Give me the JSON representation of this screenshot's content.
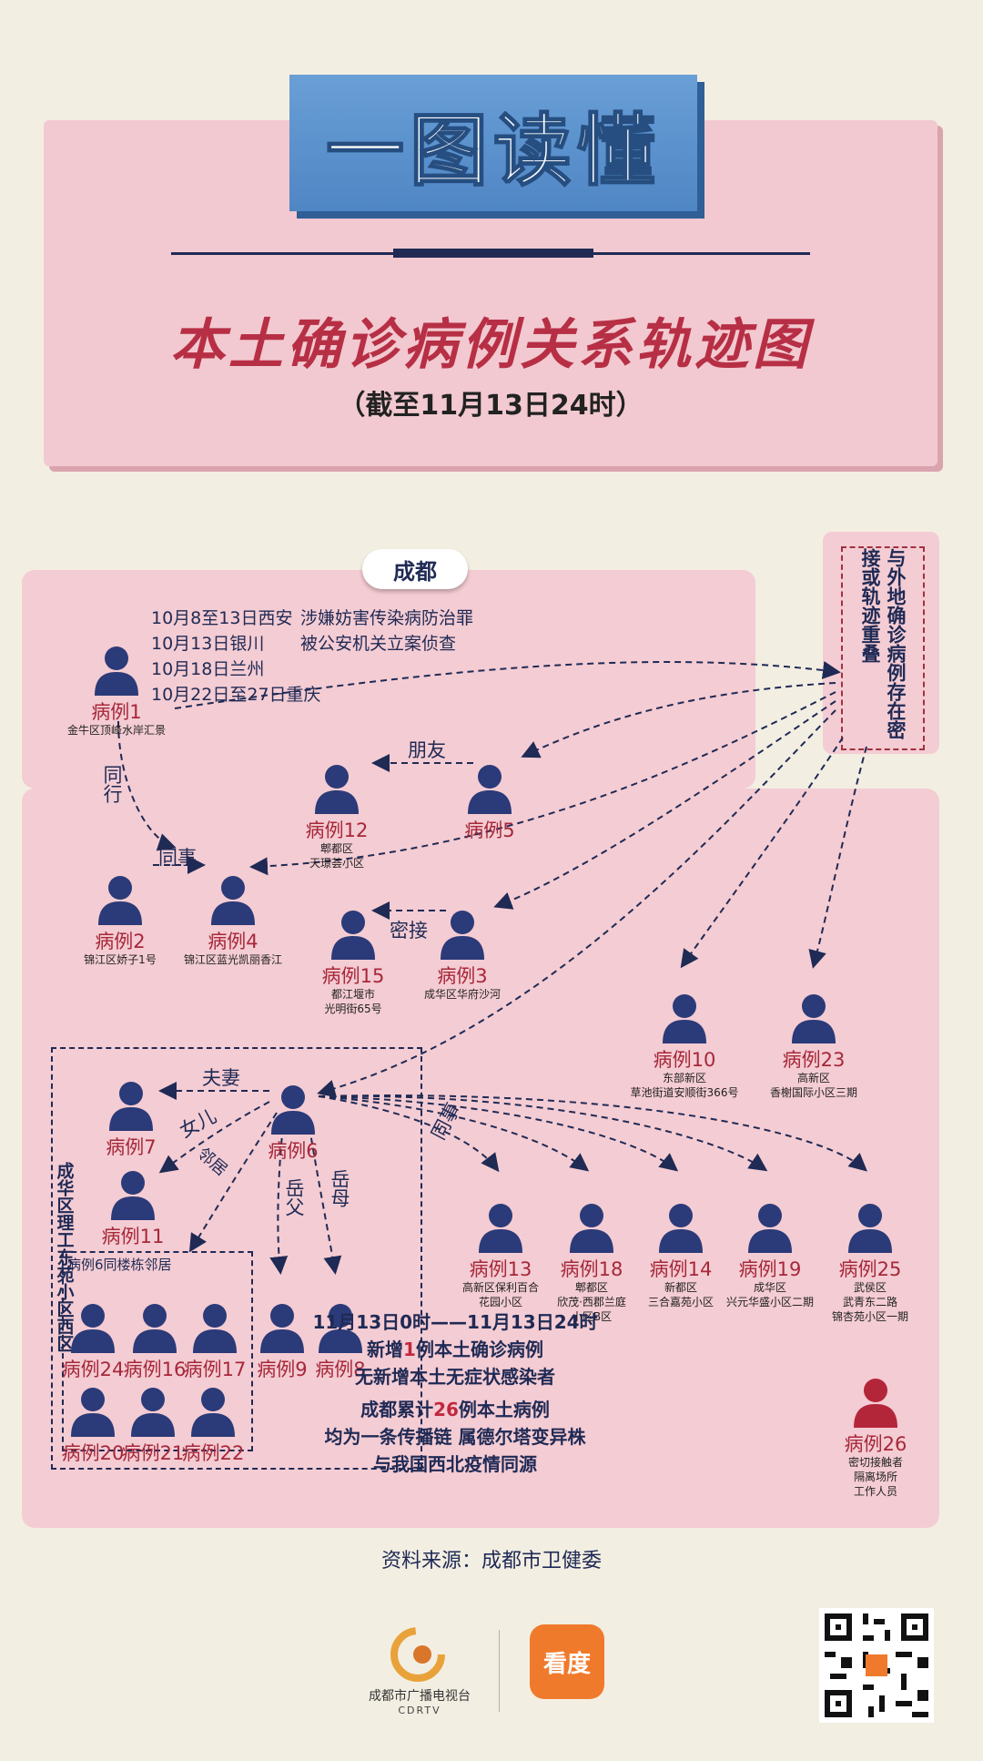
{
  "header": {
    "title": "一图读懂",
    "subtitle": "本土确诊病例关系轨迹图",
    "cutoff": "（截至11月13日24时）"
  },
  "city_tag": "成都",
  "external_box_label": "与外地确诊病例存在密接或轨迹重叠",
  "case1_itinerary": {
    "lines": [
      "10月8至13日西安",
      "10月13日银川",
      "10月18日兰州",
      "10月22日至27日重庆"
    ],
    "note_lines": [
      "涉嫌妨害传染病防治罪",
      "被公安机关立案侦查"
    ]
  },
  "cases": {
    "c1": {
      "label": "病例1",
      "address": "金牛区顶峰水岸汇景"
    },
    "c2": {
      "label": "病例2",
      "address": "锦江区娇子1号"
    },
    "c3": {
      "label": "病例3",
      "address": "成华区华府沙河"
    },
    "c4": {
      "label": "病例4",
      "address": "锦江区蓝光凯丽香江"
    },
    "c5": {
      "label": "病例5",
      "address": ""
    },
    "c6": {
      "label": "病例6",
      "address": ""
    },
    "c7": {
      "label": "病例7",
      "address": ""
    },
    "c8": {
      "label": "病例8",
      "address": ""
    },
    "c9": {
      "label": "病例9",
      "address": ""
    },
    "c10": {
      "label": "病例10",
      "address": "东部新区\n草池街道安顺街366号"
    },
    "c11": {
      "label": "病例11",
      "address": ""
    },
    "c12": {
      "label": "病例12",
      "address": "郫都区\n天璟荟小区"
    },
    "c13": {
      "label": "病例13",
      "address": "高新区保利百合\n花园小区"
    },
    "c14": {
      "label": "病例14",
      "address": "新都区\n三合嘉苑小区"
    },
    "c15": {
      "label": "病例15",
      "address": "都江堰市\n光明街65号"
    },
    "c16": {
      "label": "病例16",
      "address": ""
    },
    "c17": {
      "label": "病例17",
      "address": ""
    },
    "c18": {
      "label": "病例18",
      "address": "郫都区\n欣茂·西郡兰庭\n小区B区"
    },
    "c19": {
      "label": "病例19",
      "address": "成华区\n兴元华盛小区二期"
    },
    "c20": {
      "label": "病例20",
      "address": ""
    },
    "c21": {
      "label": "病例21",
      "address": ""
    },
    "c22": {
      "label": "病例22",
      "address": ""
    },
    "c23": {
      "label": "病例23",
      "address": "高新区\n香榭国际小区三期"
    },
    "c24": {
      "label": "病例24",
      "address": ""
    },
    "c25": {
      "label": "病例25",
      "address": "武侯区\n武青东二路\n锦杏苑小区一期"
    },
    "c26": {
      "label": "病例26",
      "address": "密切接触者\n隔离场所\n工作人员"
    }
  },
  "relations": {
    "tonghang": "同行",
    "tongshi_2_4": "同事",
    "pengyou": "朋友",
    "mijie": "密接",
    "fuqi": "夫妻",
    "nuer": "女儿",
    "linju": "邻居",
    "yuefu": "岳父",
    "yuemu": "岳母",
    "tongshi_6": "同事"
  },
  "box_labels": {
    "xiyuan": "成华区理工东苑小区西区",
    "neighbors": "病例6同楼栋邻居"
  },
  "summary": {
    "period": "11月13日0时——11月13日24时",
    "new_pre": "新增",
    "new_num": "1",
    "new_post": "例本土确诊病例",
    "asym": "无新增本土无症状感染者",
    "total_pre": "成都累计",
    "total_num": "26",
    "total_post": "例本土病例",
    "chain": "均为一条传播链 属德尔塔变异株",
    "origin": "与我国西北疫情同源"
  },
  "source": "资料来源：成都市卫健委",
  "logos": {
    "cdrtv_name": "成都市广播电视台",
    "cdrtv_sub": "CDRTV",
    "kandu": "看度"
  },
  "colors": {
    "person": "#2b3a78",
    "person_highlight": "#b3263a",
    "case_label": "#a6283a",
    "arrow": "#1f2a55"
  }
}
